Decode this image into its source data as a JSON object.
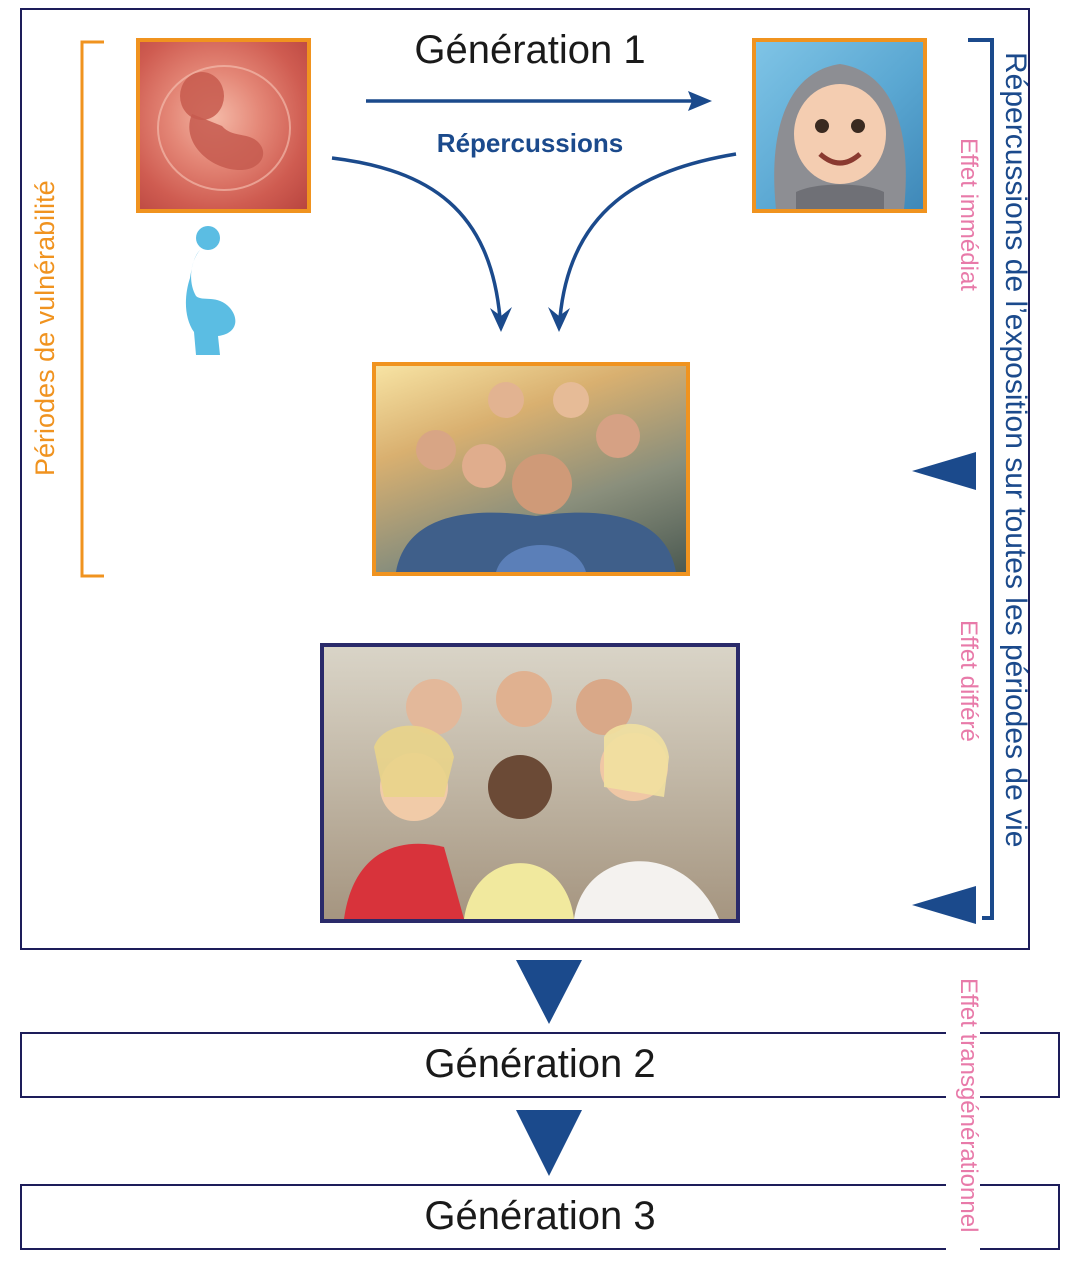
{
  "generation1": {
    "title": "Génération 1",
    "arrow_label": "Répercussions"
  },
  "generation2": {
    "title": "Génération 2"
  },
  "generation3": {
    "title": "Génération 3"
  },
  "left_bracket": {
    "label": "Périodes de vulnérabilité"
  },
  "right_axis": {
    "label": "Répercussions de l’exposition sur toutes les périodes de vie",
    "effect_immediate": "Effet immédiat",
    "effect_delayed": "Effet différé",
    "effect_transgenerational": "Effet transgénérationnel"
  },
  "images": {
    "fetus": "fetus-in-womb-photo",
    "baby": "baby-in-hood-photo",
    "teens": "teenagers-selfie-photo",
    "adults": "adult-group-photo",
    "pregnant": "pregnant-woman-icon"
  },
  "colors": {
    "orange": "#f0931f",
    "navy": "#1b4a8c",
    "pink": "#e87aa9",
    "frame": "#1d1d5a",
    "pregnant_icon": "#5bbde3"
  }
}
